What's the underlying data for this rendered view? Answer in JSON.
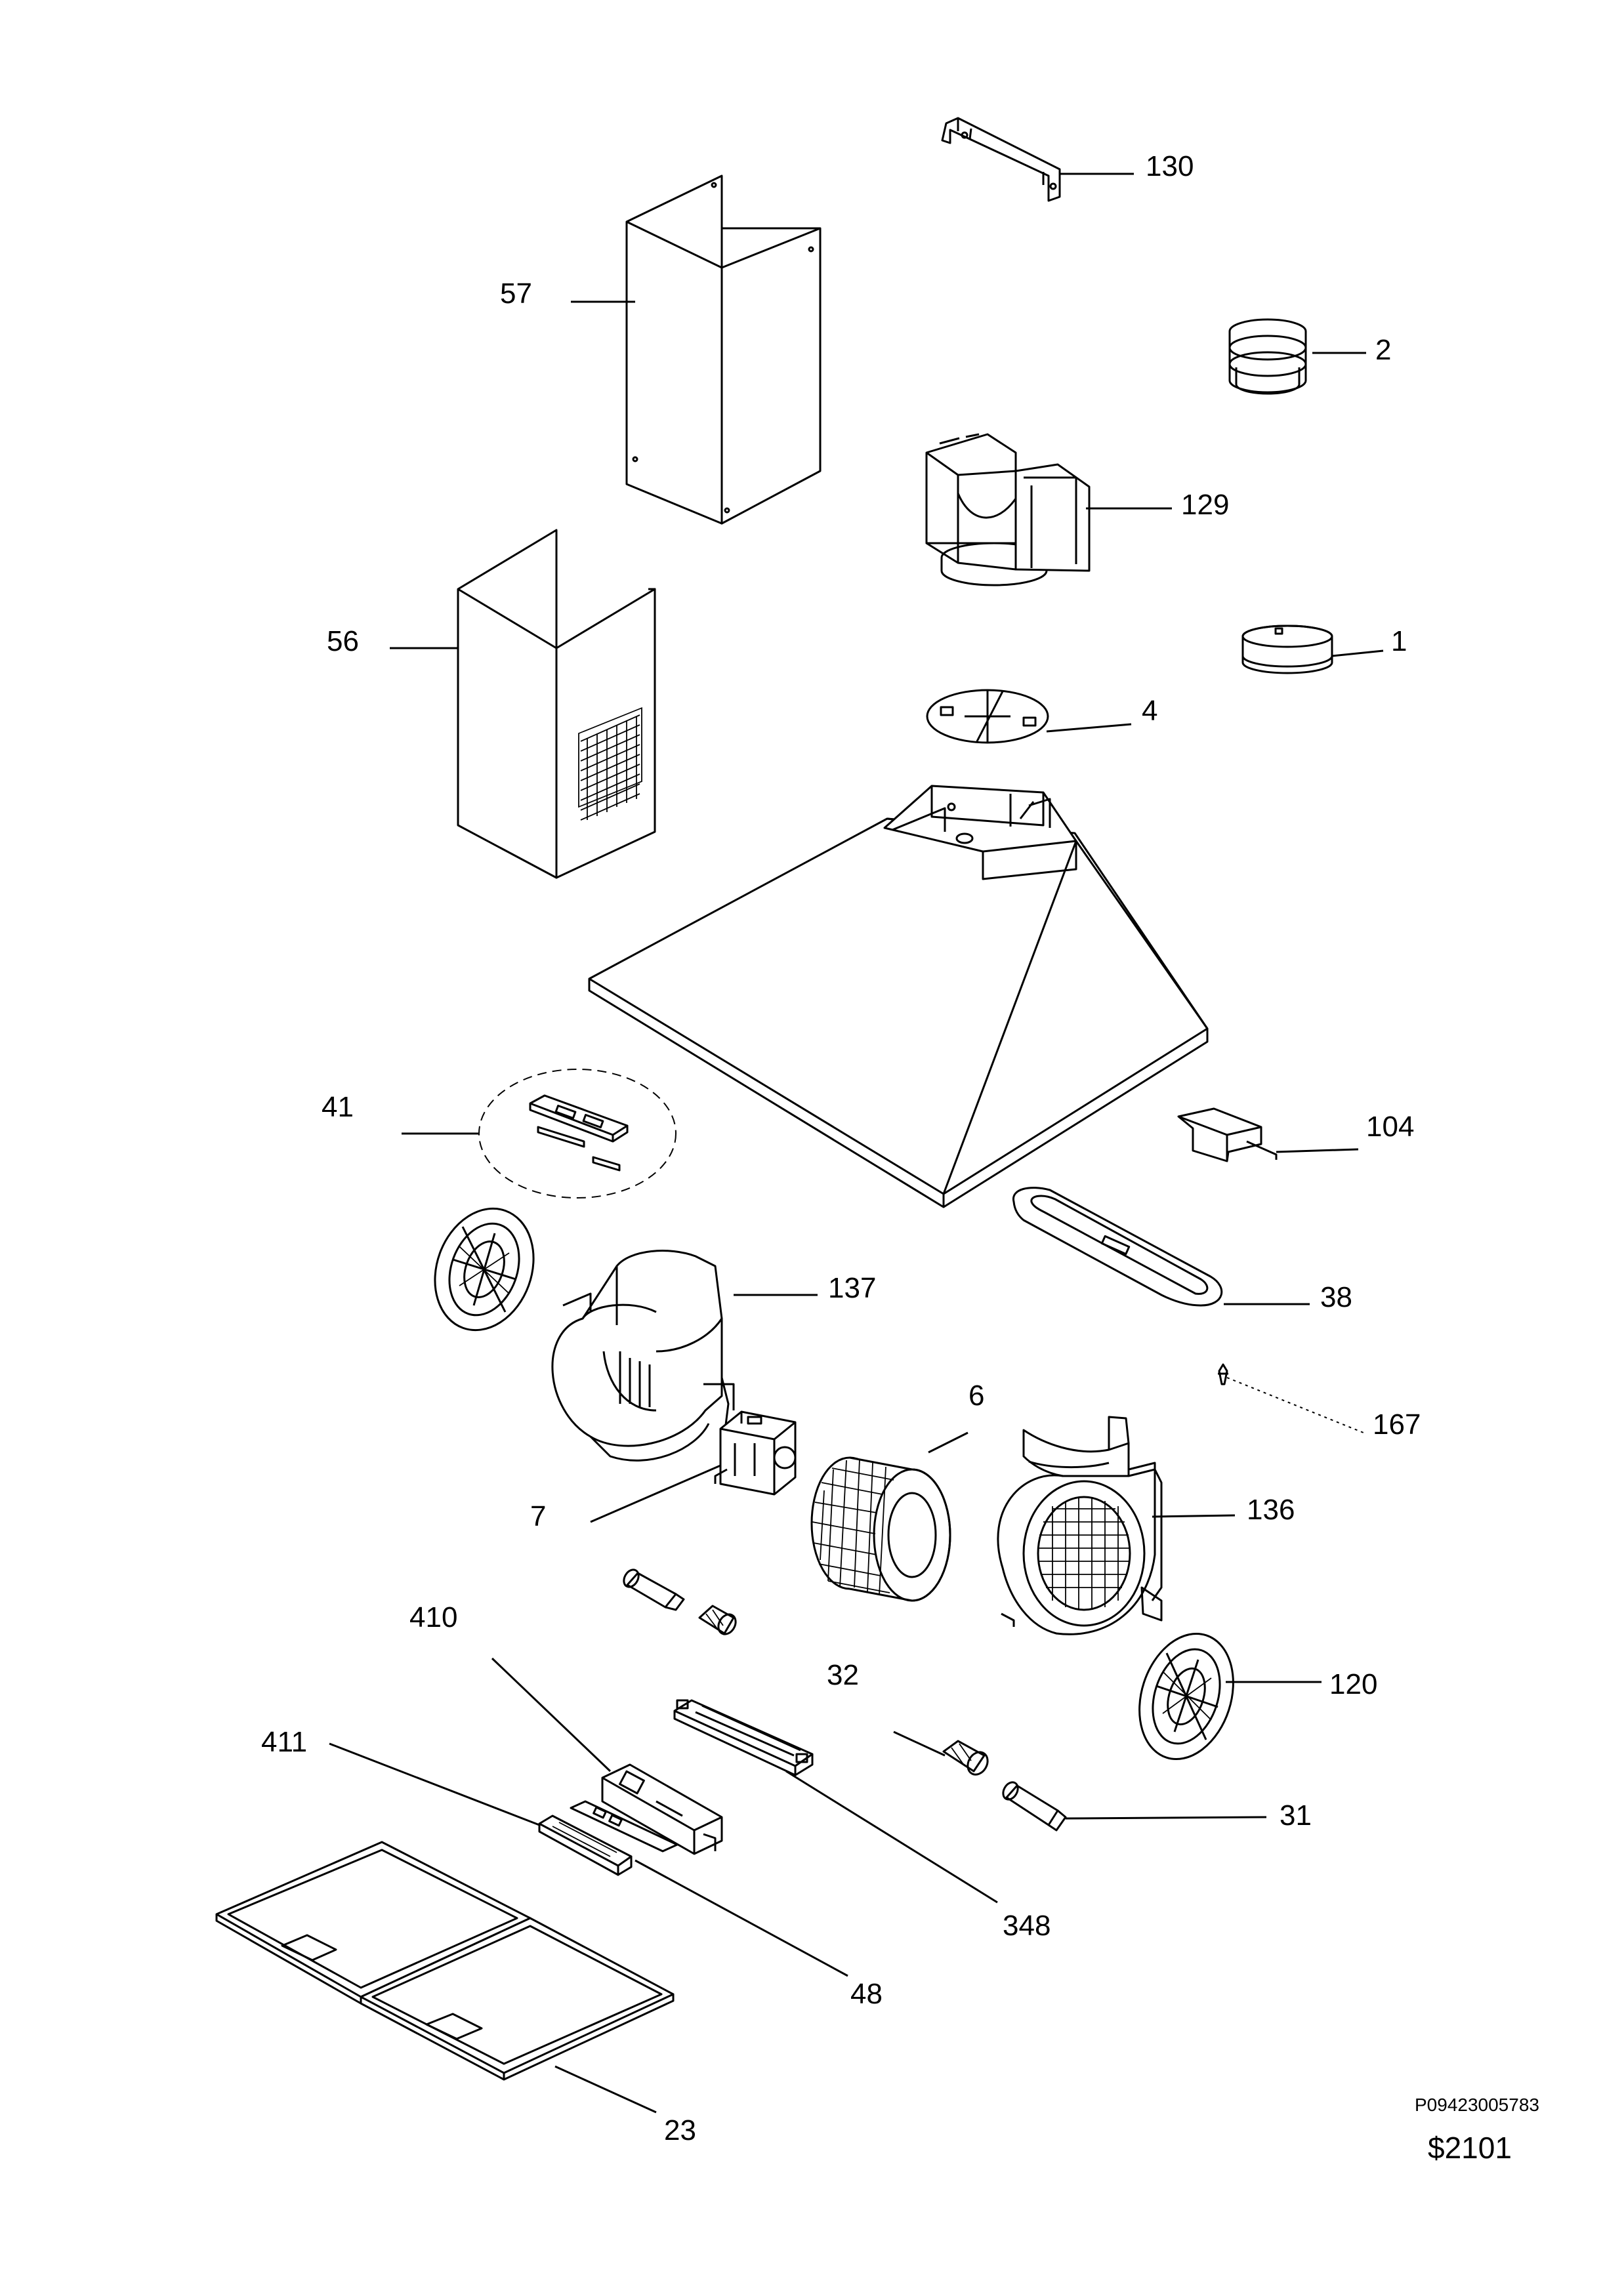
{
  "parts": [
    {
      "id": "130",
      "label": "130"
    },
    {
      "id": "57",
      "label": "57"
    },
    {
      "id": "2",
      "label": "2"
    },
    {
      "id": "129",
      "label": "129"
    },
    {
      "id": "56",
      "label": "56"
    },
    {
      "id": "1",
      "label": "1"
    },
    {
      "id": "4",
      "label": "4"
    },
    {
      "id": "41",
      "label": "41"
    },
    {
      "id": "104",
      "label": "104"
    },
    {
      "id": "137",
      "label": "137"
    },
    {
      "id": "38",
      "label": "38"
    },
    {
      "id": "6",
      "label": "6"
    },
    {
      "id": "167",
      "label": "167"
    },
    {
      "id": "7",
      "label": "7"
    },
    {
      "id": "136",
      "label": "136"
    },
    {
      "id": "410",
      "label": "410"
    },
    {
      "id": "32",
      "label": "32"
    },
    {
      "id": "120",
      "label": "120"
    },
    {
      "id": "411",
      "label": "411"
    },
    {
      "id": "31",
      "label": "31"
    },
    {
      "id": "348",
      "label": "348"
    },
    {
      "id": "48",
      "label": "48"
    },
    {
      "id": "23",
      "label": "23"
    }
  ],
  "footer": {
    "doc_number": "P09423005783",
    "price_code": "$2101"
  }
}
